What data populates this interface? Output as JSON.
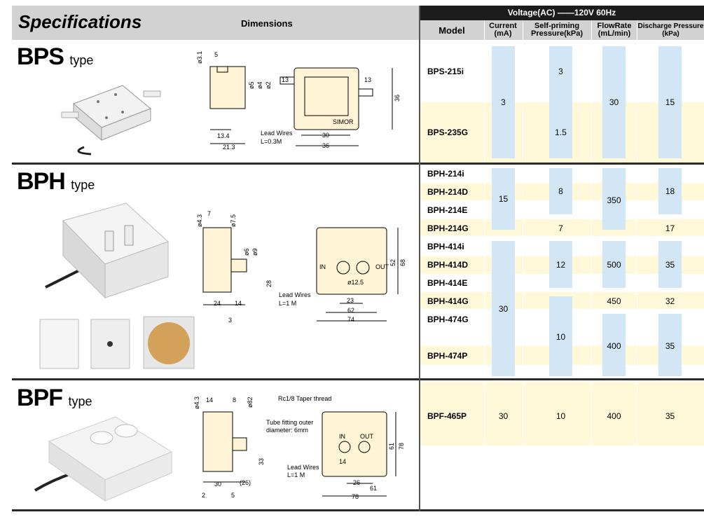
{
  "header": {
    "specifications": "Specifications",
    "dimensions": "Dimensions",
    "voltage": "Voltage(AC) ——120V  60Hz",
    "columns": {
      "model": "Model",
      "current_1": "Current",
      "current_2": "(mA)",
      "priming_1": "Self-priming",
      "priming_2": "Pressure(kPa)",
      "flow_1": "FlowRate",
      "flow_2": "(mL/min)",
      "discharge_1": "Discharge Pressure",
      "discharge_2": "(kPa)"
    }
  },
  "types": {
    "bps": {
      "code": "BPS",
      "suffix": "type"
    },
    "bph": {
      "code": "BPH",
      "suffix": "type"
    },
    "bpf": {
      "code": "BPF",
      "suffix": "type"
    }
  },
  "drawings": {
    "bps": {
      "d31": "ø3.1",
      "d5": "5",
      "d5b": "ø5",
      "d4": "ø4",
      "d2": "ø2",
      "d13a": "13",
      "d13b": "13",
      "d36v": "36",
      "d36h": "36",
      "d30": "30",
      "d134": "13.4",
      "d213": "21.3",
      "lead1": "Lead Wires",
      "lead2": "L=0.3M",
      "brand": "SIMOR"
    },
    "bph": {
      "d43": "ø4.3",
      "d7": "7",
      "d75": "ø7.5",
      "d6": "ø6",
      "d9": "ø9",
      "d24": "24",
      "d14": "14",
      "d3": "3",
      "d28": "28",
      "d52": "52",
      "d68": "68",
      "d125": "ø12.5",
      "d23": "23",
      "d62": "62",
      "d74": "74",
      "lead1": "Lead Wires",
      "lead2": "L=1 M",
      "in": "IN",
      "out": "OUT"
    },
    "bpf": {
      "d43": "ø4.3",
      "d14": "14",
      "d8": "8",
      "d82": "ø82",
      "rc": "Rc1/8 Taper thread",
      "tube1": "Tube fitting outer",
      "tube2": "diameter: 6mm",
      "d33": "33",
      "d30": "30",
      "d26p": "(26)",
      "d2": "2",
      "d5": "5",
      "d14b": "14",
      "d26": "26",
      "d61h": "61",
      "d61v": "61",
      "d78v": "78",
      "d78h": "78",
      "lead1": "Lead Wires",
      "lead2": "L=1 M",
      "in": "IN",
      "out": "OUT"
    }
  },
  "rows": {
    "bps": {
      "models": [
        "BPS-215i",
        "BPS-235G"
      ],
      "current": "3",
      "priming": [
        "3",
        "1.5"
      ],
      "flow": "30",
      "discharge": "15"
    },
    "bph": {
      "models": [
        "BPH-214i",
        "BPH-214D",
        "BPH-214E",
        "BPH-214G",
        "BPH-414i",
        "BPH-414D",
        "BPH-414E",
        "BPH-414G",
        "BPH-474G",
        "BPH-474P"
      ],
      "current_a": "15",
      "current_b": "30",
      "priming": [
        "8",
        "7",
        "12",
        "10"
      ],
      "flow": [
        "350",
        "500",
        "450",
        "400"
      ],
      "discharge": [
        "18",
        "17",
        "35",
        "32",
        "35"
      ]
    },
    "bpf": {
      "models": [
        "BPF-465P"
      ],
      "current": "30",
      "priming": "10",
      "flow": "400",
      "discharge": "35"
    }
  }
}
